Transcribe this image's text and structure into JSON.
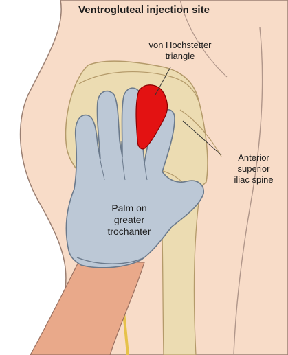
{
  "title": "Ventrogluteal injection site",
  "labels": {
    "triangle": [
      "von Hochstetter",
      "triangle"
    ],
    "asis": [
      "Anterior",
      "superior",
      "iliac spine"
    ],
    "palm": [
      "Palm on",
      "greater",
      "trochanter"
    ]
  },
  "colors": {
    "skin": "#f8dcc8",
    "skin_outline": "#9a7f72",
    "bone": "#ecdcb2",
    "bone_outline": "#b49a6a",
    "glove": "#bcc8d6",
    "glove_outline": "#6b7a8c",
    "triangle": "#e31212",
    "nerve": "#e6c24a",
    "arm": "#e9a98a"
  }
}
